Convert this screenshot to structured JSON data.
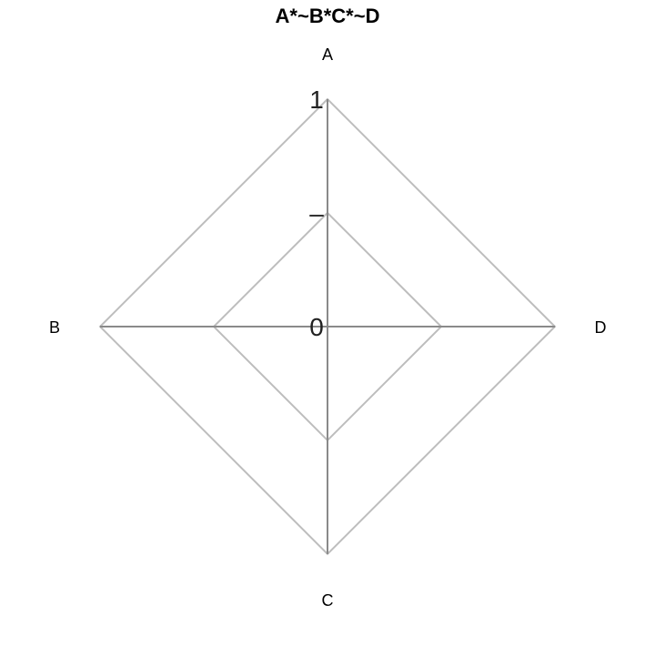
{
  "chart_data": {
    "type": "radar",
    "title": "A*~B*C*~D",
    "axes": [
      "A",
      "B",
      "C",
      "D"
    ],
    "range": [
      -1,
      1
    ],
    "grid_levels": [
      -1,
      0,
      1
    ],
    "tick_labels": [
      "0",
      "–",
      "1"
    ],
    "tick_label_values": [
      -1,
      0,
      1
    ],
    "series": [
      {
        "values": [
          1,
          -1,
          1,
          -1
        ],
        "color": "#808080"
      }
    ],
    "grid": true,
    "legend": "none"
  },
  "colors": {
    "fill": "#808080",
    "grid": "#bdbdbd",
    "spoke": "#8a8a8a",
    "background": "#ffffff"
  }
}
